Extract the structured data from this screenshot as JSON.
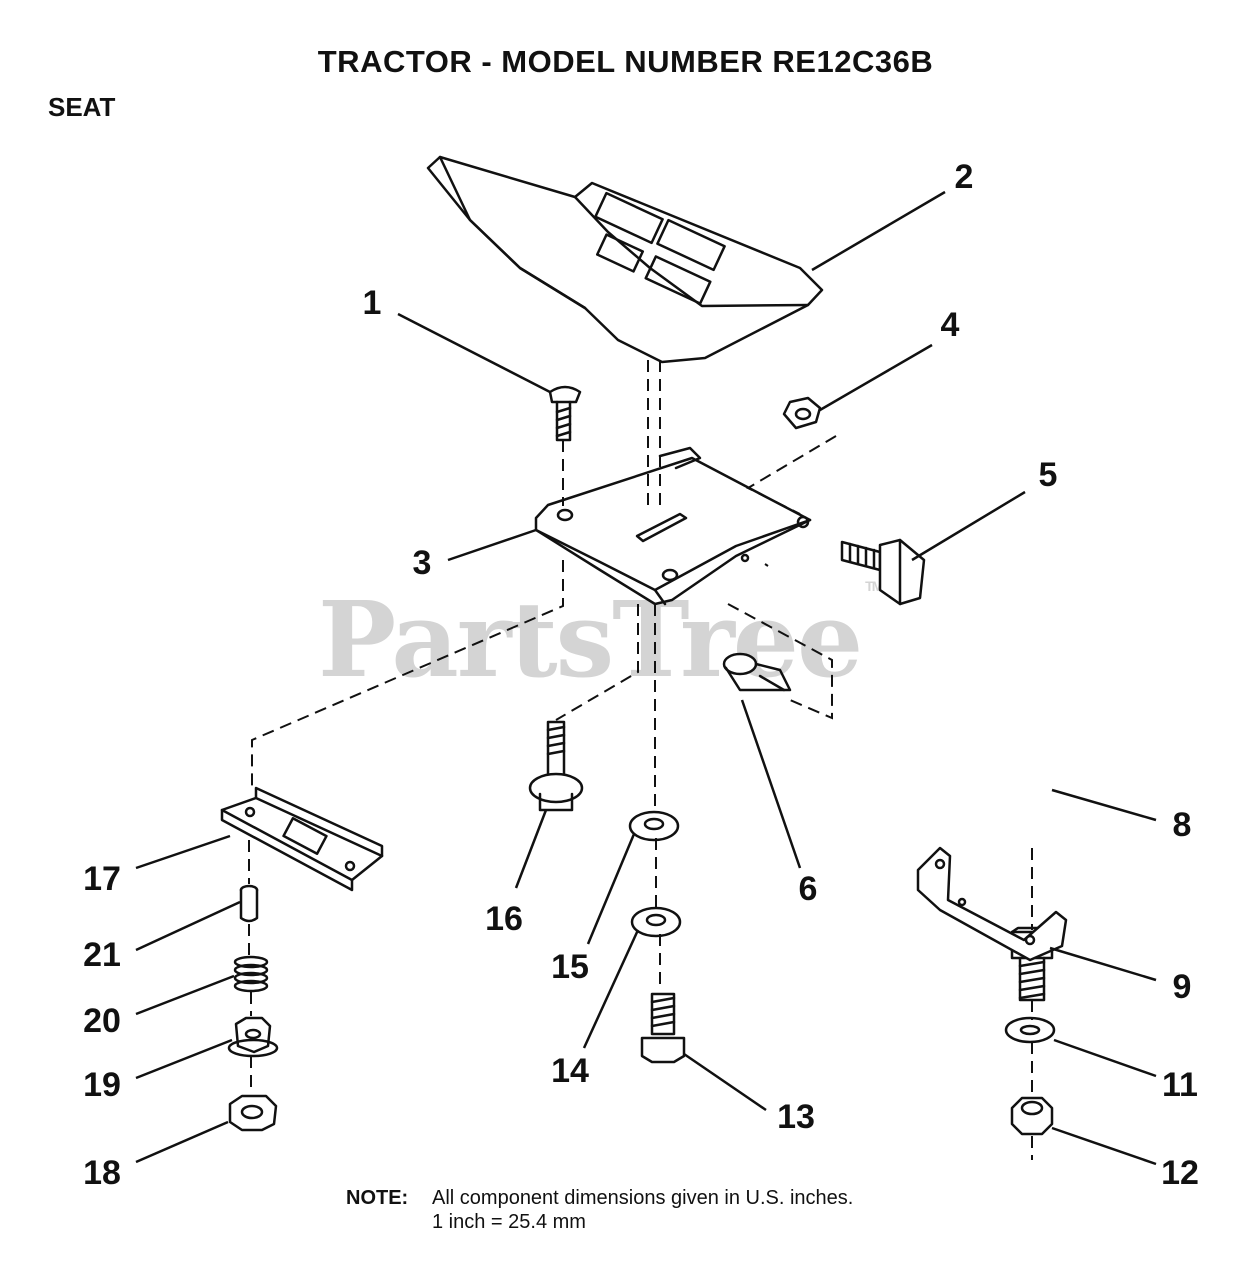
{
  "title": "TRACTOR  - MODEL NUMBER RE12C36B",
  "section": "SEAT",
  "watermark": {
    "text": "PartsTree",
    "tm": "TM"
  },
  "note": {
    "label": "NOTE:",
    "line1": "All component dimensions given in U.S. inches.",
    "line2": "1 inch = 25.4 mm"
  },
  "callouts": [
    "1",
    "2",
    "3",
    "4",
    "5",
    "6",
    "8",
    "9",
    "11",
    "12",
    "13",
    "14",
    "15",
    "16",
    "17",
    "18",
    "19",
    "20",
    "21"
  ]
}
